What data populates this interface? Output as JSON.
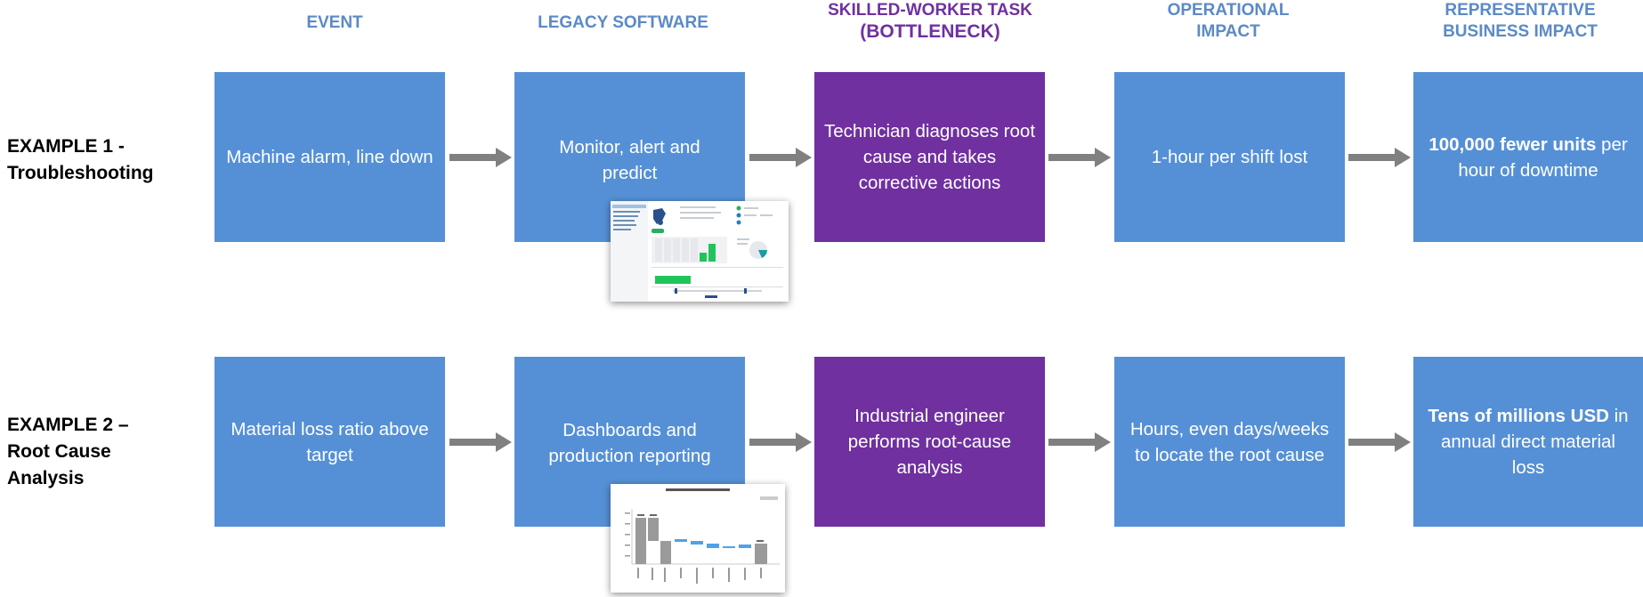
{
  "headers": {
    "event": "EVENT",
    "legacy": "LEGACY SOFTWARE",
    "skilled_line1": "SKILLED-WORKER TASK",
    "skilled_line2": "(BOTTLENECK)",
    "operational_line1": "OPERATIONAL",
    "operational_line2": "IMPACT",
    "business_line1": "REPRESENTATIVE",
    "business_line2": "BUSINESS IMPACT"
  },
  "rows": [
    {
      "label_line1": "EXAMPLE 1 -",
      "label_line2": "Troubleshooting",
      "event": "Machine alarm, line down",
      "legacy": "Monitor, alert and predict",
      "task": "Technician diagnoses root cause and takes corrective actions",
      "operational": "1-hour per shift lost",
      "business_bold": "100,000  fewer units",
      "business_rest": " per hour of downtime"
    },
    {
      "label_line1": "EXAMPLE 2 –",
      "label_line2": "Root Cause",
      "label_line3": "Analysis",
      "event": "Material loss ratio above target",
      "legacy": "Dashboards and production reporting",
      "task": "Industrial engineer performs root-cause analysis",
      "operational": "Hours, even days/weeks to locate the root cause",
      "business_bold": "Tens of millions USD",
      "business_rest": " in annual direct material loss"
    }
  ],
  "colors": {
    "box_blue": "#5590d6",
    "box_purple": "#7030a0",
    "header_blue": "#5b8ac6",
    "header_purple": "#7030a0",
    "arrow_gray": "#808080"
  },
  "icons": {
    "arrow": "right-arrow-icon",
    "thumbnail1": "monitoring-dashboard-screenshot",
    "thumbnail2": "waterfall-chart-screenshot"
  }
}
